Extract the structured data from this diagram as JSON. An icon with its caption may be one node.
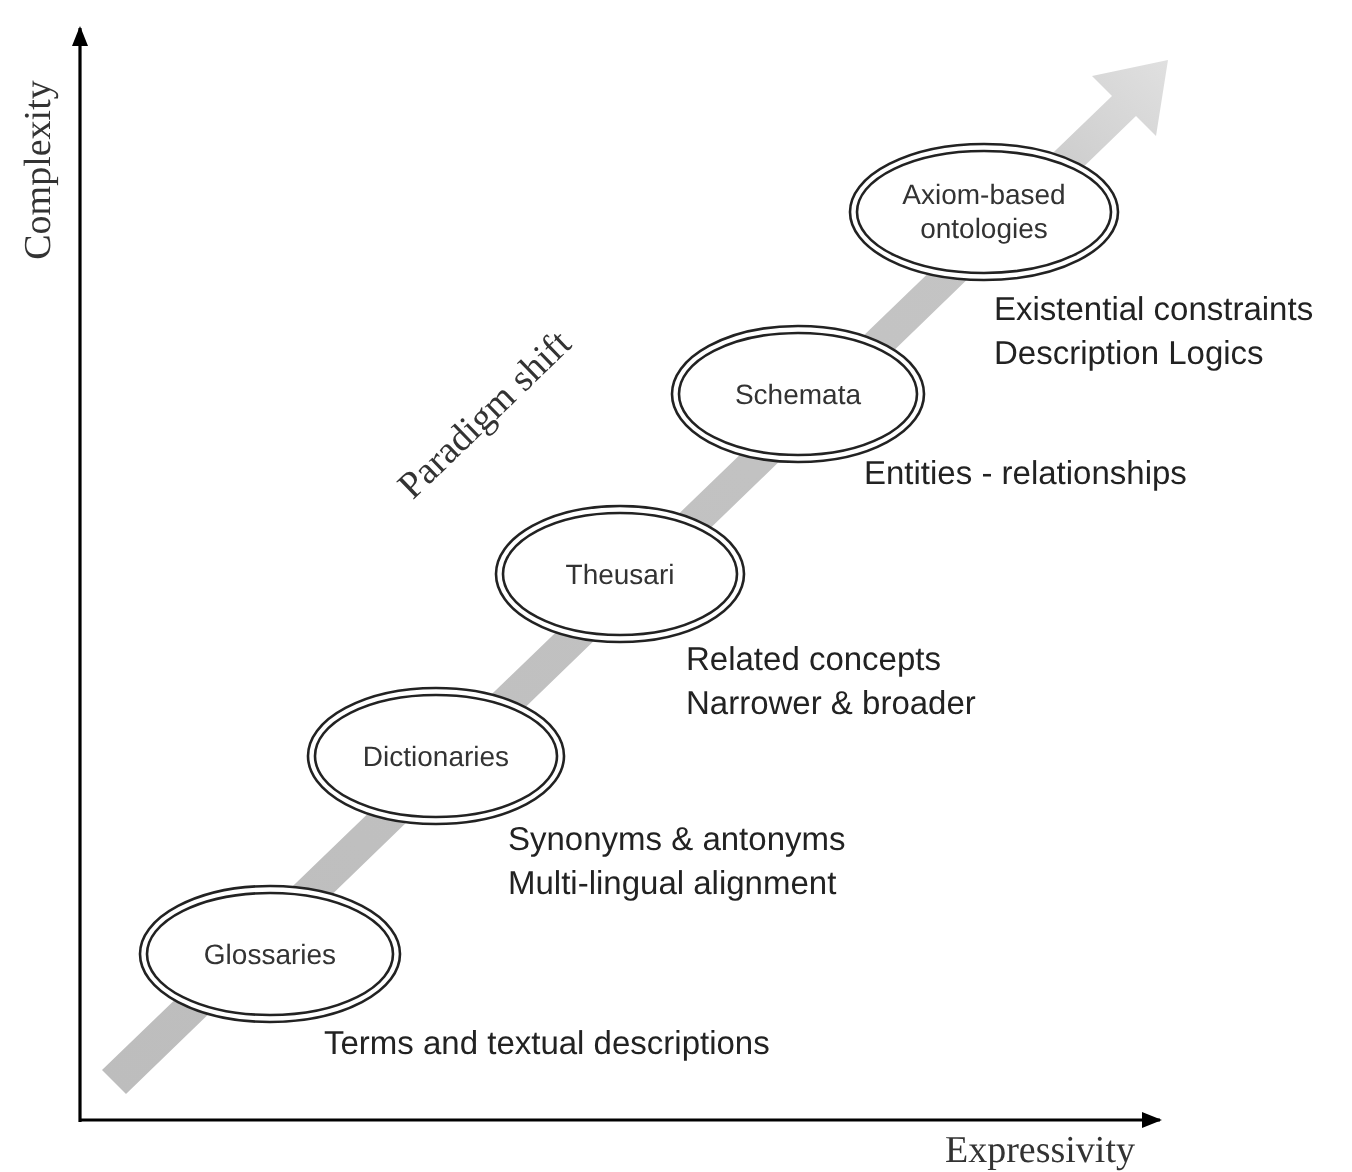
{
  "diagram": {
    "nodes": [
      {
        "text": [
          "Glossaries"
        ],
        "beside": [
          "Terms and textual descriptions"
        ]
      },
      {
        "text": [
          "Dictionaries"
        ],
        "beside": [
          "Synonyms & antonyms",
          "Multi-lingual alignment"
        ]
      },
      {
        "text": [
          "Theusari"
        ],
        "beside": [
          "Related concepts",
          "Narrower & broader"
        ]
      },
      {
        "text": [
          "Schemata"
        ],
        "beside": [
          "Entities - relationships"
        ]
      },
      {
        "text": [
          "Axiom-based ontologies"
        ],
        "beside": [
          "Existential constraints",
          "Description Logics"
        ]
      }
    ],
    "labels": [
      "Complexity",
      "Paradigm shift",
      "Expressivity"
    ]
  }
}
